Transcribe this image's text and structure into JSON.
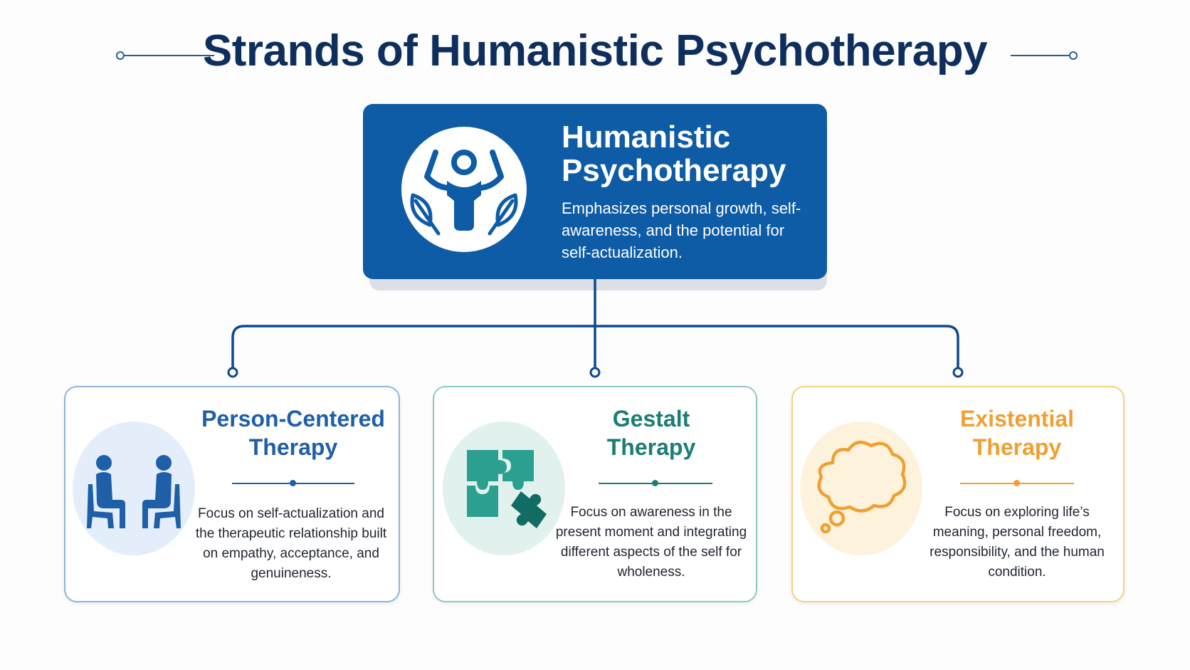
{
  "title": "Strands of Humanistic Psychotherapy",
  "main": {
    "title_line1": "Humanistic",
    "title_line2": "Psychotherapy",
    "description": "Emphasizes personal growth, self-awareness, and the potential for self-actualization.",
    "icon": "person-growth-icon",
    "color": "#0e5ba6"
  },
  "cards": [
    {
      "title_line1": "Person-Centered",
      "title_line2": "Therapy",
      "description": "Focus on self-actualization and the therapeutic relationship built on empathy, acceptance, and genuineness.",
      "icon": "two-people-talking-icon",
      "color": "#1e5fa8"
    },
    {
      "title_line1": "Gestalt",
      "title_line2": "Therapy",
      "description": "Focus on awareness in the present moment and integrating different aspects of the self for wholeness.",
      "icon": "puzzle-pieces-icon",
      "color": "#1b7d73"
    },
    {
      "title_line1": "Existential",
      "title_line2": "Therapy",
      "description": "Focus on exploring life’s meaning, personal freedom, responsibility, and the human condition.",
      "icon": "thought-bubble-icon",
      "color": "#f0a030"
    }
  ]
}
